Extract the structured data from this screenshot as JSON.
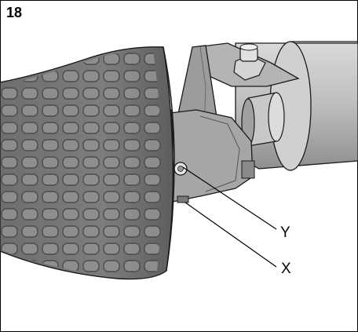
{
  "figure": {
    "number": "18",
    "callouts": {
      "y": "Y",
      "x": "X"
    }
  },
  "colors": {
    "tire": "#7a7a7a",
    "tire_dark": "#555555",
    "tread": "#8c8c8c",
    "metal": "#a8a8a8",
    "metal_light": "#cfcfcf",
    "outline": "#1a1a1a"
  }
}
